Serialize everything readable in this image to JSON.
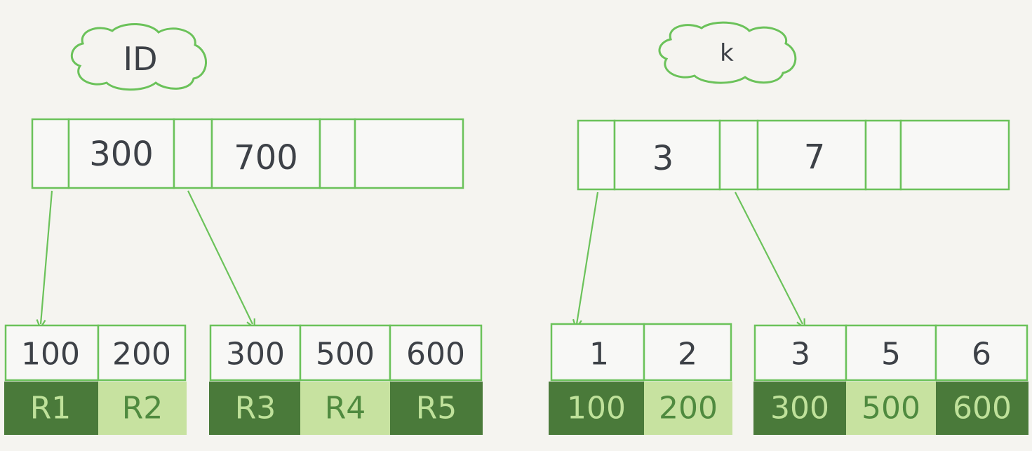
{
  "colors": {
    "stroke": "#6bc25a",
    "dark_fill": "#4a7a3a",
    "light_fill": "#c7e2a0",
    "background": "#f5f4f0",
    "text": "#3d4147"
  },
  "trees": [
    {
      "label": "ID",
      "root_keys": [
        "300",
        "700"
      ],
      "leaves": [
        {
          "values": [
            "100",
            "200"
          ],
          "rows": [
            {
              "text": "R1",
              "shade": "dark"
            },
            {
              "text": "R2",
              "shade": "light"
            }
          ]
        },
        {
          "values": [
            "300",
            "500",
            "600"
          ],
          "rows": [
            {
              "text": "R3",
              "shade": "dark"
            },
            {
              "text": "R4",
              "shade": "light"
            },
            {
              "text": "R5",
              "shade": "dark"
            }
          ]
        }
      ]
    },
    {
      "label": "k",
      "root_keys": [
        "3",
        "7"
      ],
      "leaves": [
        {
          "values": [
            "1",
            "2"
          ],
          "rows": [
            {
              "text": "100",
              "shade": "dark"
            },
            {
              "text": "200",
              "shade": "light"
            }
          ]
        },
        {
          "values": [
            "3",
            "5",
            "6"
          ],
          "rows": [
            {
              "text": "300",
              "shade": "dark"
            },
            {
              "text": "500",
              "shade": "light"
            },
            {
              "text": "600",
              "shade": "dark"
            }
          ]
        }
      ]
    }
  ]
}
